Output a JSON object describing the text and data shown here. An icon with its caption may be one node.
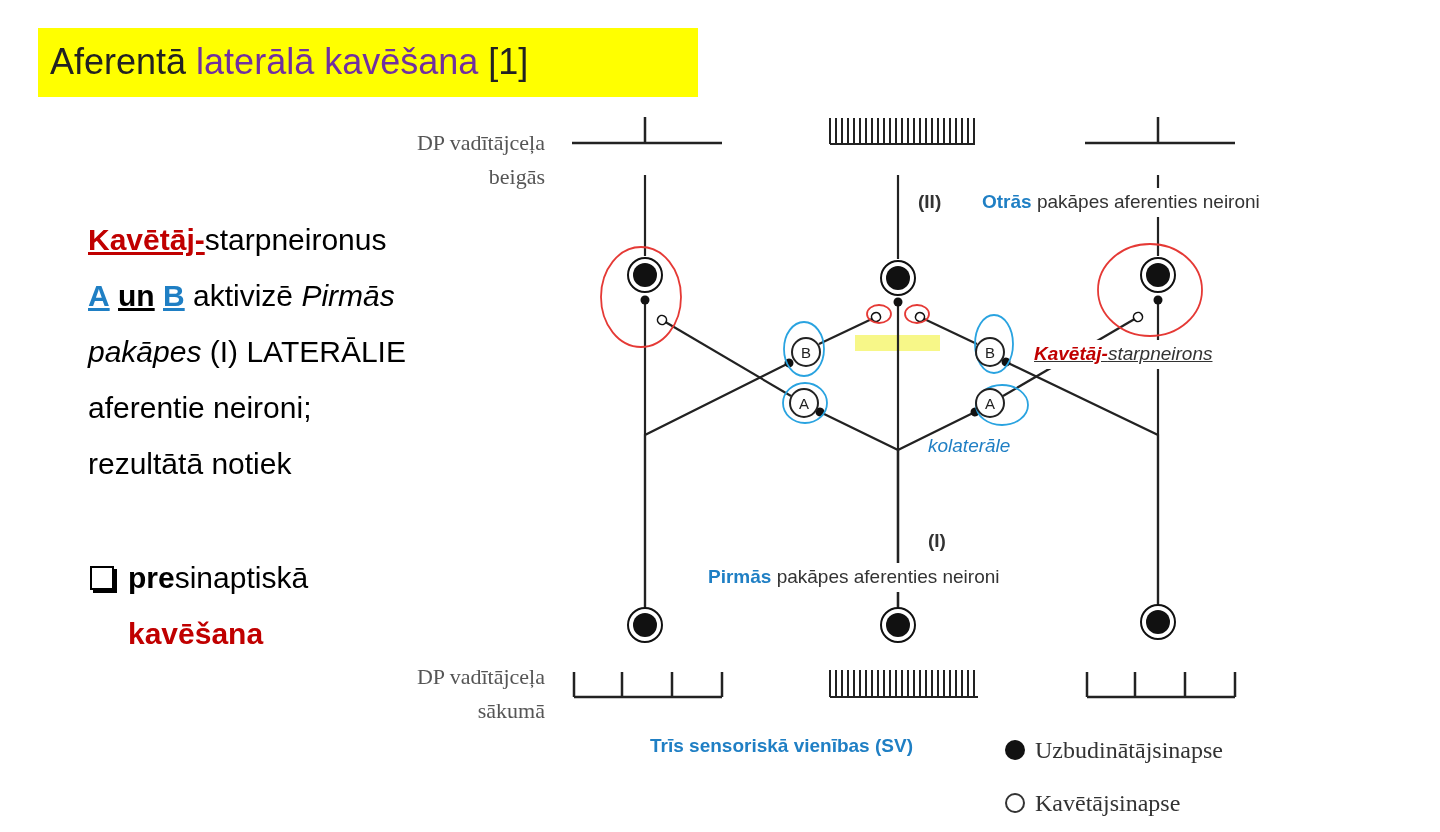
{
  "diagram": {
    "title": "Aferentā **laterālā kavēšana** [1]",
    "nodes": [
      {
        "text": [],
        "shape": "circle"
      },
      {
        "text": [],
        "shape": "circle"
      },
      {
        "text": [],
        "shape": "circle"
      },
      {
        "text": [
          "B"
        ]
      },
      {
        "text": [
          "A"
        ]
      },
      {
        "text": [
          "B"
        ]
      },
      {
        "text": [
          "A"
        ]
      },
      {
        "text": [],
        "shape": "circle"
      },
      {
        "text": [],
        "shape": "circle"
      },
      {
        "text": [],
        "shape": "circle"
      }
    ],
    "edges": [
      {
        "from": 7,
        "to": 0,
        "arrow": "other"
      },
      {
        "from": 8,
        "to": 1,
        "arrow": "other"
      },
      {
        "from": 9,
        "to": 2,
        "arrow": "other"
      },
      {
        "from": 7,
        "to": 3,
        "arrow": "other"
      },
      {
        "from": 3,
        "to": 1,
        "arrow": "other"
      },
      {
        "from": 8,
        "to": 4,
        "arrow": "other"
      },
      {
        "from": 4,
        "to": 0,
        "arrow": "other"
      },
      {
        "from": 8,
        "to": 6,
        "arrow": "other"
      },
      {
        "from": 6,
        "to": 2,
        "arrow": "other"
      },
      {
        "from": 9,
        "to": 5,
        "arrow": "other"
      },
      {
        "from": 5,
        "to": 1,
        "arrow": "other"
      }
    ],
    "labels": [
      "DP vadītājceļa beigās",
      "(II)",
      "**Otrās** pakāpes aferenties neironi",
      "**Kavētāj-**starpneironus **A** **un** **B** aktivizē *Pirmās pakāpes* (I) LATERĀLIE aferentie neironi; rezultātā notiek",
      "**Kavētāj-**starpneirons",
      "kolaterāle",
      "(I)",
      "**Pirmās** pakāpes aferenties neironi",
      "**pre**sinaptiskā **kavēšana**",
      "DP vadītājceļa sākumā",
      "Trīs sensoriskā vienības (SV)"
    ],
    "legend": [
      {
        "text": "Uzbudinātājsinapse"
      },
      {
        "text": "Kavētājsinapse"
      }
    ]
  }
}
